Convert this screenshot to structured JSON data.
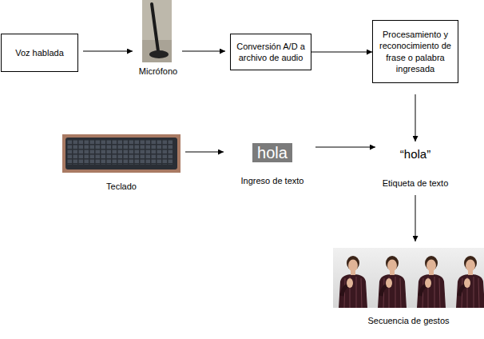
{
  "diagram": {
    "nodes": [
      {
        "text": [
          "Voz hablada"
        ]
      },
      {
        "text": [
          "Micrófono"
        ]
      },
      {
        "text": [
          "Conversión A/D a archivo de audio"
        ]
      },
      {
        "text": [
          "Procesamiento y reconocimiento de frase o palabra ingresada"
        ]
      },
      {
        "text": [
          "Teclado"
        ]
      },
      {
        "text": [
          "hola",
          "Ingreso de texto"
        ]
      },
      {
        "text": [
          "“hola”",
          "Etiqueta de texto"
        ]
      },
      {
        "text": [
          "Secuencia de gestos"
        ]
      }
    ],
    "edges": [
      {
        "from": 0,
        "to": 1,
        "arrow": "to"
      },
      {
        "from": 1,
        "to": 2,
        "arrow": "to"
      },
      {
        "from": 2,
        "to": 3,
        "arrow": "to"
      },
      {
        "from": 3,
        "to": 6,
        "arrow": "to"
      },
      {
        "from": 4,
        "to": 5,
        "arrow": "to"
      },
      {
        "from": 5,
        "to": 6,
        "arrow": "to"
      },
      {
        "from": 6,
        "to": 7,
        "arrow": "to"
      }
    ]
  }
}
